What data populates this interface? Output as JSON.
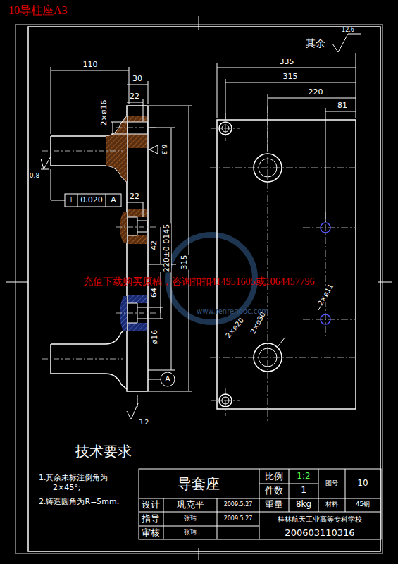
{
  "diagram": {
    "title": "10导柱座A3",
    "nodes": [
      {
        "text": [
          "A"
        ]
      }
    ],
    "labels": [
      "其余",
      "12.6",
      "110",
      "30",
      "22",
      "2×ø16",
      "6.3",
      "0.8",
      "⊥",
      "0.020",
      "A",
      "22",
      "42",
      "64",
      "220±0.0145",
      "315",
      "ø16",
      "3.2",
      "335",
      "315",
      "220",
      "81",
      "2×ø11",
      "2×ø20",
      "2×ø30",
      "充值下载购买原稿，咨询扣扣414951605或1064457796",
      "www.renrendoc.com",
      "技术要求",
      "1.其余未标注倒角为",
      "2×45°;",
      "2.铸造圆角为R=5mm.",
      "导套座",
      "比例",
      "1:2",
      "件数",
      "1",
      "图号",
      "10",
      "重量",
      "8kg",
      "材料",
      "45钢",
      "设计",
      "巩克平",
      "2009.5.27",
      "指导",
      "张玮",
      "2009.5.27",
      "审核",
      "张玮",
      "桂林航天工业高等专科学校",
      "200603110316"
    ]
  }
}
